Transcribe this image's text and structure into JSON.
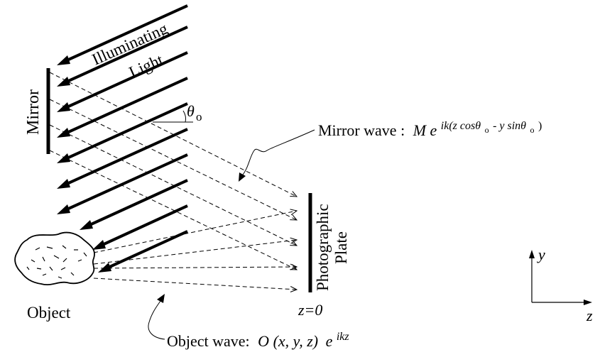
{
  "labels": {
    "illuminating": "Illuminating",
    "light": "Light",
    "mirror": "Mirror",
    "theta": "θ",
    "theta_sub": "o",
    "photographic": "Photographic",
    "plate": "Plate",
    "z0": "z=0",
    "object": "Object",
    "axis_y": "y",
    "axis_z": "z"
  },
  "mirror_wave": {
    "label": "Mirror wave :",
    "M": "M",
    "e": "e",
    "exponent": "ik(z cosθ",
    "sub1": "o",
    "mid": " - y sinθ",
    "sub2": "o",
    "close": ")"
  },
  "object_wave": {
    "label": "Object wave:",
    "O": "O",
    "args": "(x, y, z)",
    "e": "e",
    "exponent": "ikz"
  }
}
